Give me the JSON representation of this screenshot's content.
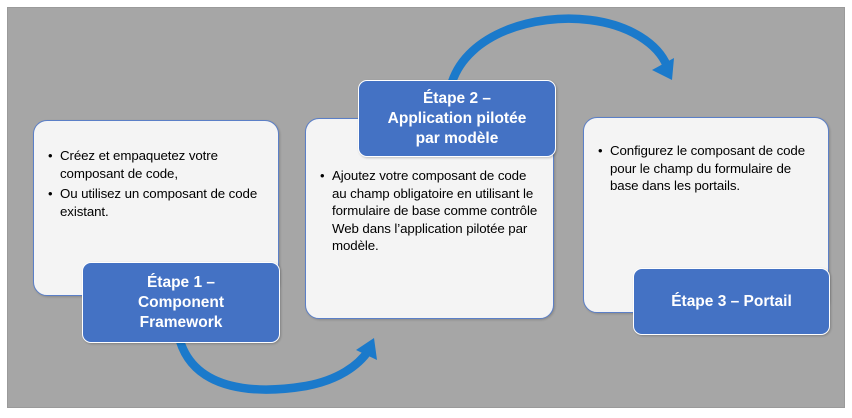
{
  "diagram": {
    "type": "process-flow",
    "language": "fr",
    "canvas_color": "#a6a6a6",
    "page_color": "#ffffff",
    "accent_badge_color": "#4472c4",
    "accent_arrow_color": "#1b7acb",
    "card_fill_color": "#f4f4f4",
    "card_border_color": "#5b7fc7",
    "steps": [
      {
        "badge_label": "Étape 1 – Component Framework",
        "badge_lines": [
          "Étape 1 –",
          "Component",
          "Framework"
        ],
        "bullets": [
          "Créez et empaquetez votre composant de code,",
          "Ou utilisez un composant de code existant."
        ]
      },
      {
        "badge_label": "Étape 2 – Application pilotée par modèle",
        "badge_lines": [
          "Étape 2 –",
          "Application pilotée",
          "par modèle"
        ],
        "bullets": [
          "Ajoutez votre composant de code au champ obligatoire en utilisant le formulaire de base comme contrôle Web dans l’application pilotée par modèle."
        ]
      },
      {
        "badge_label": "Étape 3 – Portail",
        "badge_lines": [
          "Étape 3 – Portail"
        ],
        "bullets": [
          "Configurez le composant de code pour le champ du formulaire de base dans les portails."
        ]
      }
    ],
    "connectors": [
      {
        "name": "arrow-step1-to-step2",
        "direction": "curve-down-right"
      },
      {
        "name": "arrow-step2-to-step3",
        "direction": "curve-up-right"
      }
    ]
  }
}
